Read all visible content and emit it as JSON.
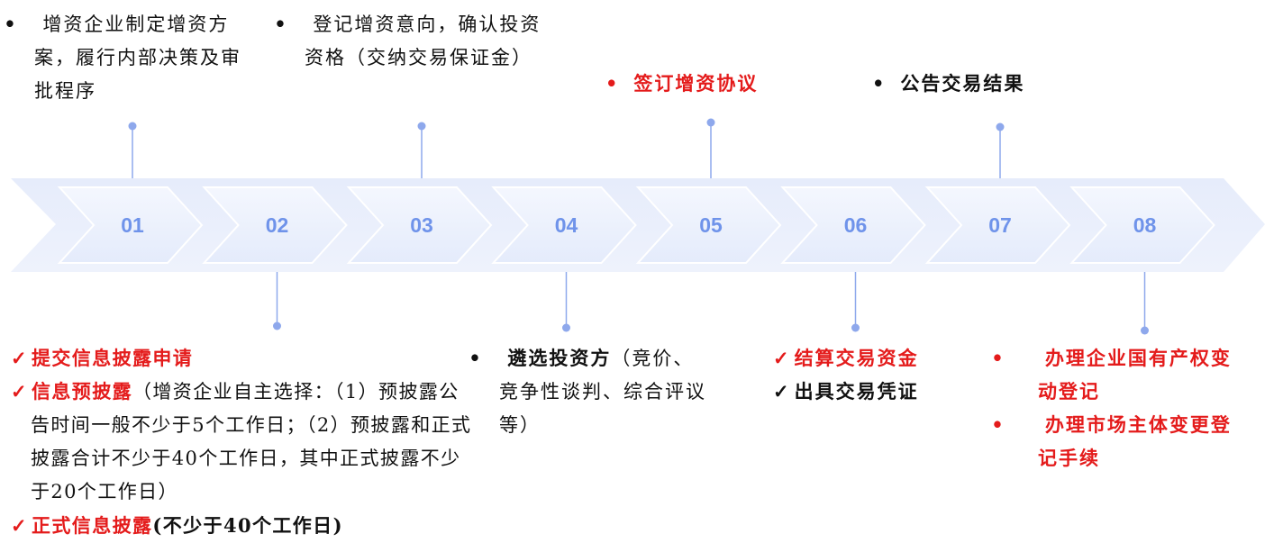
{
  "steps": [
    "01",
    "02",
    "03",
    "04",
    "05",
    "06",
    "07",
    "08"
  ],
  "top": {
    "s1": "增资企业制定增资方案，履行内部决策及审批程序",
    "s3": "登记增资意向，确认投资资格（交纳交易保证金）",
    "s5": "签订增资协议",
    "s7": "公告交易结果"
  },
  "bottom": {
    "s2": {
      "item1": "提交信息披露申请",
      "item2_title": "信息预披露",
      "item2_text": "（增资企业自主选择：（1）预披露公告时间一般不少于5个工作日；（2）预披露和正式披露合计不少于40个工作日，其中正式披露不少于20个工作日）",
      "item3_title": "正式信息披露",
      "item3_text": "(不少于40个工作日)"
    },
    "s4": {
      "title": "遴选投资方",
      "text": "（竞价、竞争性谈判、综合评议等）"
    },
    "s6": {
      "item1": "结算交易资金",
      "item2": "出具交易凭证"
    },
    "s8": {
      "item1": "办理企业国有产权变动登记",
      "item2": "办理市场主体变更登记手续"
    }
  },
  "colors": {
    "highlight": "#e41b1b",
    "number": "#6f93ea",
    "band": "#dfe7fb",
    "connector": "#8ea8ec"
  }
}
